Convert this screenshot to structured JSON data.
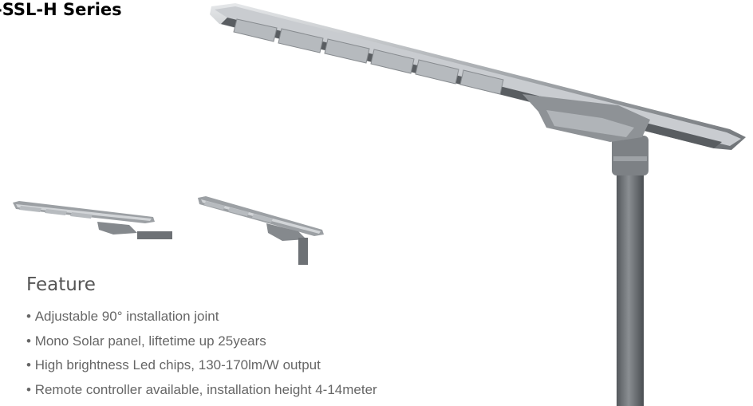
{
  "header": {
    "series_title": "-SSL-H Series"
  },
  "feature": {
    "heading": "Feature",
    "items": [
      "Adjustable 90° installation joint",
      "Mono Solar panel, liftetime up 25years",
      "High brightness Led chips, 130-170lm/W output",
      "Remote controller available, installation height 4-14meter"
    ]
  },
  "colors": {
    "housing": "#9a9ea3",
    "housing_edge": "#d8dbde",
    "led_panel": "#b9bdc1",
    "pole": "#6d7175",
    "text_heading": "#555555",
    "text_body": "#666666"
  }
}
